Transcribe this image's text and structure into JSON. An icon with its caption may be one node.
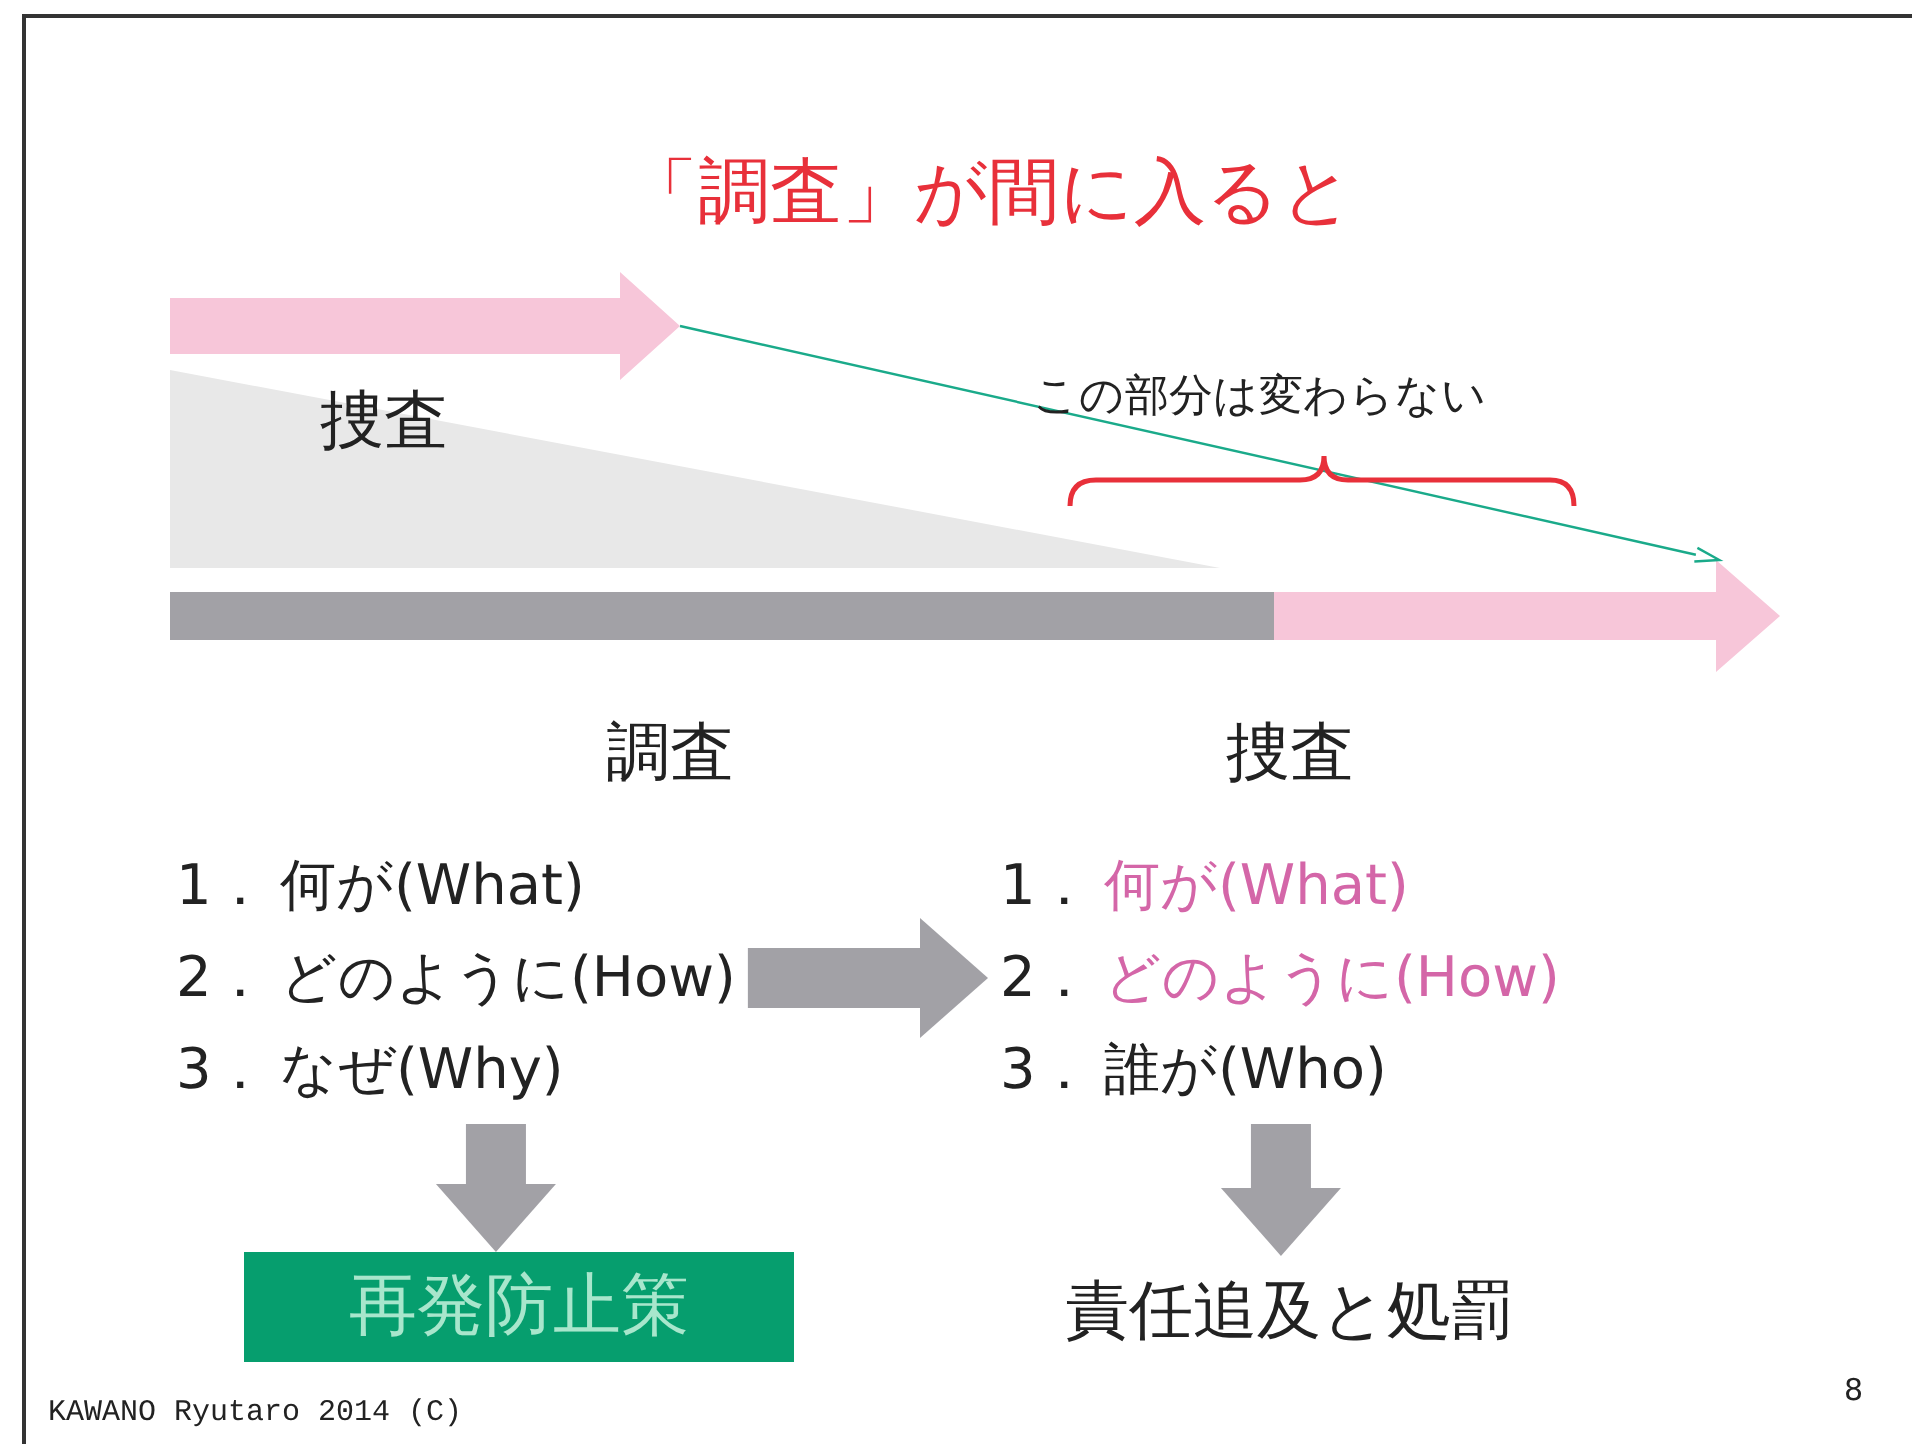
{
  "diagram": {
    "title": "「調査」が間に入ると",
    "nodes": [
      {
        "text": [],
        "shape": "arrow"
      },
      {
        "text": [
          "捜査"
        ]
      },
      {
        "text": [],
        "shape": "bar",
        "beside": [
          "調査"
        ]
      },
      {
        "text": [],
        "shape": "arrow",
        "beside": [
          "捜査"
        ]
      },
      {
        "text": [
          "1．",
          "何が(What)",
          "2．",
          "どのように(How)",
          "3．",
          "なぜ(Why)"
        ]
      },
      {
        "text": [
          "1．",
          "何が(What)",
          "2．",
          "どのように(How)",
          "3．",
          "誰が(Who)"
        ]
      },
      {
        "text": [
          "再発防止策"
        ]
      },
      {
        "text": [
          "責任追及と処罰"
        ]
      }
    ],
    "edges": [
      {
        "from": 0,
        "to": 3,
        "arrow": "to",
        "color": "#1aaa8a"
      },
      {
        "from": 4,
        "to": 5,
        "arrow": "to"
      },
      {
        "from": 4,
        "to": 6,
        "arrow": "to"
      },
      {
        "from": 5,
        "to": 7,
        "arrow": "to"
      }
    ],
    "labels": [
      "この部分は変わらない",
      "KAWANO Ryutaro 2014 (C)",
      "8"
    ]
  }
}
